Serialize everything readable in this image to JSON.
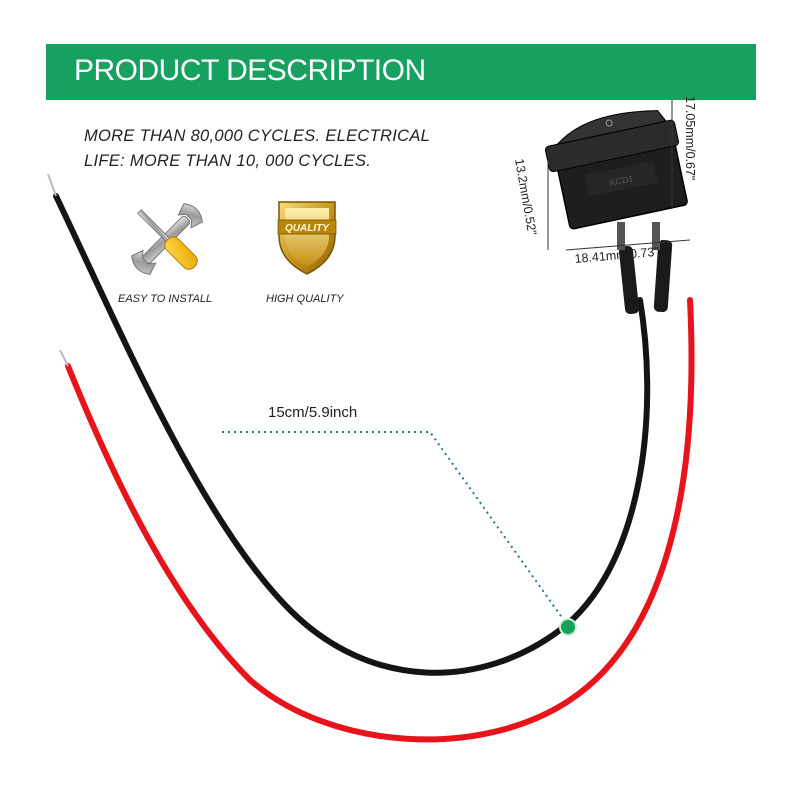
{
  "banner": {
    "title": "PRODUCT DESCRIPTION",
    "color": "#17a160"
  },
  "description": {
    "line1": "MORE THAN 80,000 CYCLES. ELECTRICAL",
    "line2": "LIFE: MORE THAN 10, 000 CYCLES."
  },
  "features": [
    {
      "icon": "wrench-screwdriver-icon",
      "label": "EASY TO INSTALL"
    },
    {
      "icon": "quality-shield-icon",
      "label": "HIGH QUALITY",
      "badge": "QUALITY"
    }
  ],
  "measurements": {
    "cable_length": "15cm/5.9inch",
    "height": "17.05mm/0.67\"",
    "depth": "13.2mm/0.52\"",
    "width": "18.41mm/0.73\""
  },
  "colors": {
    "red_wire": "#e8141b",
    "black_wire": "#141414",
    "accent_dot": "#18a05a"
  }
}
